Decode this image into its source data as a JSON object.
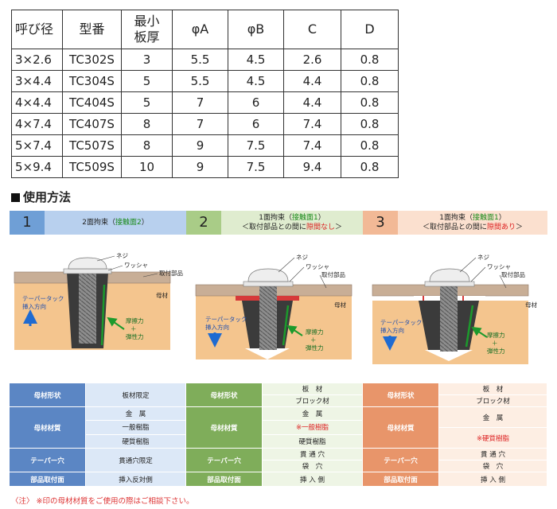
{
  "spec_table": {
    "headers": [
      "呼び径",
      "型番",
      "最小\n板厚",
      "φA",
      "φB",
      "C",
      "D"
    ],
    "rows": [
      [
        "3×2.6",
        "TC302S",
        "3",
        "5.5",
        "4.5",
        "2.6",
        "0.8"
      ],
      [
        "3×4.4",
        "TC304S",
        "5",
        "5.5",
        "4.5",
        "4.4",
        "0.8"
      ],
      [
        "4×4.4",
        "TC404S",
        "5",
        "7",
        "6",
        "4.4",
        "0.8"
      ],
      [
        "4×7.4",
        "TC407S",
        "8",
        "7",
        "6",
        "7.4",
        "0.8"
      ],
      [
        "5×7.4",
        "TC507S",
        "8",
        "9",
        "7.5",
        "7.4",
        "0.8"
      ],
      [
        "5×9.4",
        "TC509S",
        "10",
        "9",
        "7.5",
        "9.4",
        "0.8"
      ]
    ]
  },
  "section_title": "使用方法",
  "methods": [
    {
      "num": "1",
      "line1_a": "2面拘束（",
      "line1_b": "接触面2",
      "line1_c": "）",
      "line2_a": "",
      "line2_b": "",
      "line2_c": ""
    },
    {
      "num": "2",
      "line1_a": "1面拘束（",
      "line1_b": "接触面1",
      "line1_c": "）",
      "line2_a": "＜取付部品との間に",
      "line2_b": "隙間なし",
      "line2_c": "＞"
    },
    {
      "num": "3",
      "line1_a": "1面拘束（",
      "line1_b": "接触面1",
      "line1_c": "）",
      "line2_a": "＜取付部品との間に",
      "line2_b": "隙間あり",
      "line2_c": "＞"
    }
  ],
  "diagram_labels": {
    "screw": "ネジ",
    "washer": "ワッシャ",
    "part": "取付部品",
    "base": "母材",
    "insert": "テーパータック",
    "insert_dir": "挿入方向",
    "friction": "摩擦力",
    "plus": "＋",
    "elastic": "弾性力"
  },
  "info_headers": {
    "material_shape": "母材形状",
    "material_quality": "母材材質",
    "taper_hole": "テーパー穴",
    "mount_face": "部品取付面"
  },
  "info": [
    {
      "shape": [
        "板材限定"
      ],
      "quality": [
        "金　属",
        "一般樹脂",
        "硬質樹脂"
      ],
      "hole": [
        "貫通穴限定"
      ],
      "mount": [
        "挿入反対側"
      ]
    },
    {
      "shape": [
        "板　材",
        "ブロック材"
      ],
      "quality": [
        "金　属",
        "※一般樹脂",
        "硬質樹脂"
      ],
      "hole": [
        "貫 通 穴",
        "袋　穴"
      ],
      "mount": [
        "挿 入 側"
      ]
    },
    {
      "shape": [
        "板　材",
        "ブロック材"
      ],
      "quality": [
        "金　属",
        "※硬質樹脂"
      ],
      "hole": [
        "貫 通 穴",
        "袋　穴"
      ],
      "mount": [
        "挿 入 側"
      ]
    }
  ],
  "note": "〈注〉 ※印の母材材質をご使用の際はご相談下さい。",
  "colors": {
    "col1_head": "#5b86c4",
    "col1_light": "#dce8f7",
    "col1_num": "#6f9fd6",
    "col1_band": "#b8d0ee",
    "col2_head": "#7fad5a",
    "col2_light": "#eef5e5",
    "col2_num": "#a9cc87",
    "col2_band": "#dfeccf",
    "col3_head": "#e8956a",
    "col3_light": "#fdeee3",
    "col3_num": "#f2b996",
    "col3_band": "#fbe0cf",
    "base_fill": "#f4c58e",
    "part_fill": "#c8ae96"
  }
}
